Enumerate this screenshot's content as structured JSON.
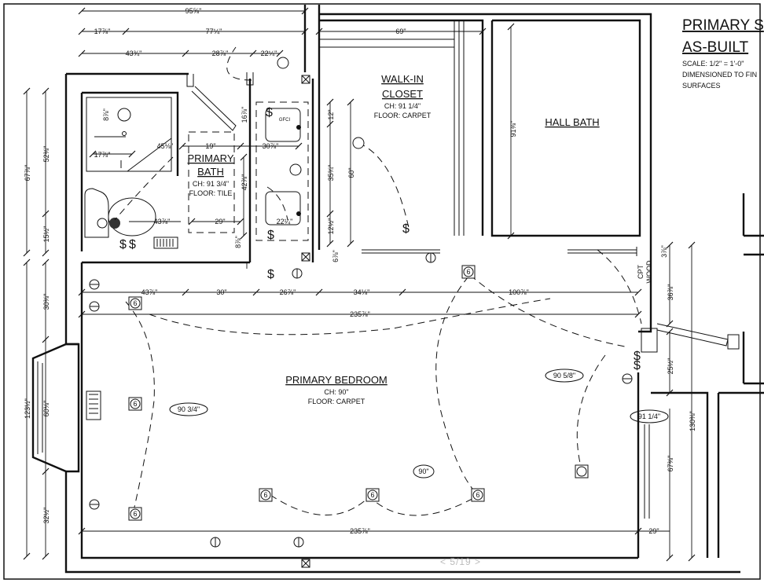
{
  "title": {
    "line1": "PRIMARY S",
    "line2": "AS-BUILT",
    "scale": "SCALE: 1/2\" = 1'-0\"",
    "note1": "DIMENSIONED TO FIN",
    "note2": "SURFACES"
  },
  "rooms": {
    "walkin": {
      "name1": "WALK-IN",
      "name2": "CLOSET",
      "ch": "CH: 91 1/4\"",
      "floor": "FLOOR: CARPET"
    },
    "hallbath": {
      "name": "HALL BATH"
    },
    "primarybath": {
      "name1": "PRIMARY",
      "name2": "BATH",
      "ch": "CH: 91 3/4\"",
      "floor": "FLOOR: TILE"
    },
    "bedroom": {
      "name": "PRIMARY BEDROOM",
      "ch": "CH: 90\"",
      "floor": "FLOOR: CARPET"
    }
  },
  "ceiling_heights": {
    "a": "90 3/4\"",
    "b": "90 5/8\"",
    "c": "90\"",
    "d": "91 1/4\""
  },
  "dims": {
    "top_total": "95⅝\"",
    "top_17": "17⅞\"",
    "top_77": "77¼\"",
    "top_43": "43¾\"",
    "top_28": "28⅞\"",
    "top_22": "22¼\"",
    "closet_69": "69\"",
    "left_67": "67⅞\"",
    "left_52": "52⅜\"",
    "left_15": "15½\"",
    "left_30": "30⅜\"",
    "left_123": "123½\"",
    "left_60": "60⅛\"",
    "left_32": "32½\"",
    "bath_8": "8⅞\"",
    "bath_17": "17⅞\"",
    "bath_45": "45⅛\"",
    "bath_19": "19\"",
    "bath_30": "30⅞\"",
    "bath_29": "29\"",
    "bath_43": "43⅞\"",
    "bath_22": "22¼\"",
    "bath_42": "42⅞\"",
    "bath_16": "16⅞\"",
    "bath_8b": "8⅞\"",
    "closet_12": "12\"",
    "closet_35": "35¾\"",
    "closet_60": "60\"",
    "closet_12b": "12½\"",
    "closet_6": "6⅞\"",
    "hall_91": "91⅜\"",
    "row_43": "43⅞\"",
    "row_30": "30\"",
    "row_26": "26⅞\"",
    "row_34": "34⅛\"",
    "row_100": "100⅞\"",
    "row_235": "235⅞\"",
    "bottom_235": "235⅞\"",
    "right_3": "3⅞\"",
    "right_36": "36⅞\"",
    "right_25": "25½\"",
    "right_130": "130⅜\"",
    "right_67": "67⅜\"",
    "right_29": "29\""
  },
  "labels": {
    "gfci": "GFCI",
    "cpt": "CPT",
    "wood": "WOOD",
    "fixture": "6",
    "switch": "$"
  },
  "pager": "< 5/19 >"
}
